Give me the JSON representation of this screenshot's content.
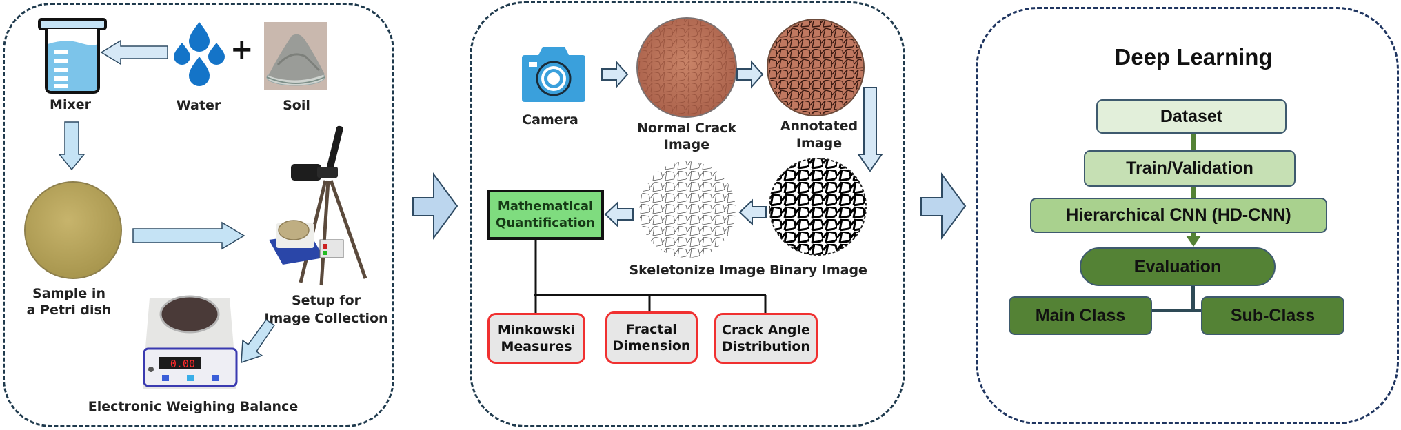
{
  "panels": {
    "sample_preparation": {
      "items": {
        "mixer": {
          "label": "Mixer",
          "icon": "beaker-icon"
        },
        "water": {
          "label": "Water",
          "icon": "water-drops-icon"
        },
        "plus": {
          "symbol": "+"
        },
        "soil": {
          "label": "Soil",
          "icon": "soil-photo"
        },
        "sample": {
          "label_line1": "Sample in",
          "label_line2": "a Petri dish",
          "icon": "petri-dish-photo"
        },
        "setup": {
          "label_line1": "Setup for",
          "label_line2": "Image Collection",
          "icon": "tripod-photo"
        },
        "balance": {
          "label": "Electronic Weighing Balance",
          "display": "0.00",
          "icon": "weighing-balance-photo"
        }
      }
    },
    "image_processing": {
      "camera": {
        "label": "Camera",
        "icon": "camera-icon"
      },
      "normal_crack": {
        "label_line1": "Normal Crack",
        "label_line2": "Image"
      },
      "annotated": {
        "label_line1": "Annotated",
        "label_line2": "Image"
      },
      "binary": {
        "label": "Binary Image"
      },
      "skeleton": {
        "label": "Skeletonize Image"
      },
      "quantification": {
        "label_line1": "Mathematical",
        "label_line2": "Quantification",
        "color": "#7fdc7f"
      },
      "measures": [
        {
          "line1": "Minkowski",
          "line2": "Measures"
        },
        {
          "line1": "Fractal",
          "line2": "Dimension"
        },
        {
          "line1": "Crack Angle",
          "line2": "Distribution"
        }
      ]
    },
    "deep_learning": {
      "title": "Deep Learning",
      "steps": {
        "dataset": "Dataset",
        "train_validation": "Train/Validation",
        "model": "Hierarchical CNN (HD-CNN)",
        "evaluation": "Evaluation",
        "main_class": "Main Class",
        "sub_class": "Sub-Class"
      },
      "colors": {
        "dataset": "#e2efda",
        "train": "#c6e0b4",
        "model": "#a9d18e",
        "evaluation": "#548235",
        "connector": "#548235"
      }
    }
  },
  "colors": {
    "arrow_fill": "#c5dcef",
    "arrow_stroke": "#2f4b63",
    "panel_border": "#1f3a4d",
    "measure_border": "#f03030",
    "camera_blue": "#3aa0dc",
    "water_blue": "#1474c8"
  }
}
